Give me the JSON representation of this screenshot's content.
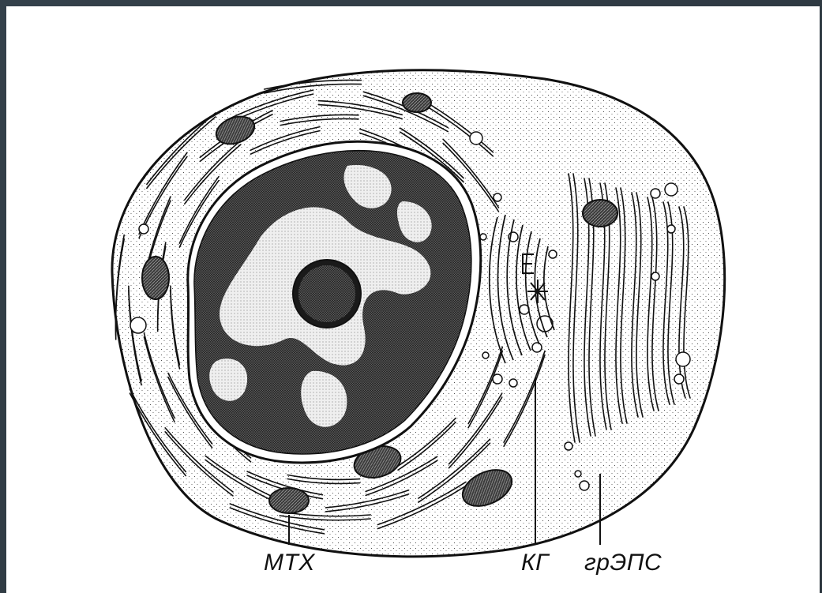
{
  "labels": {
    "mitochondria": "МТХ",
    "golgi": "КГ",
    "rough_er": "грЭПС"
  },
  "colors": {
    "background_frame": "#2f3a43",
    "canvas": "#ffffff",
    "ink": "#111111"
  }
}
